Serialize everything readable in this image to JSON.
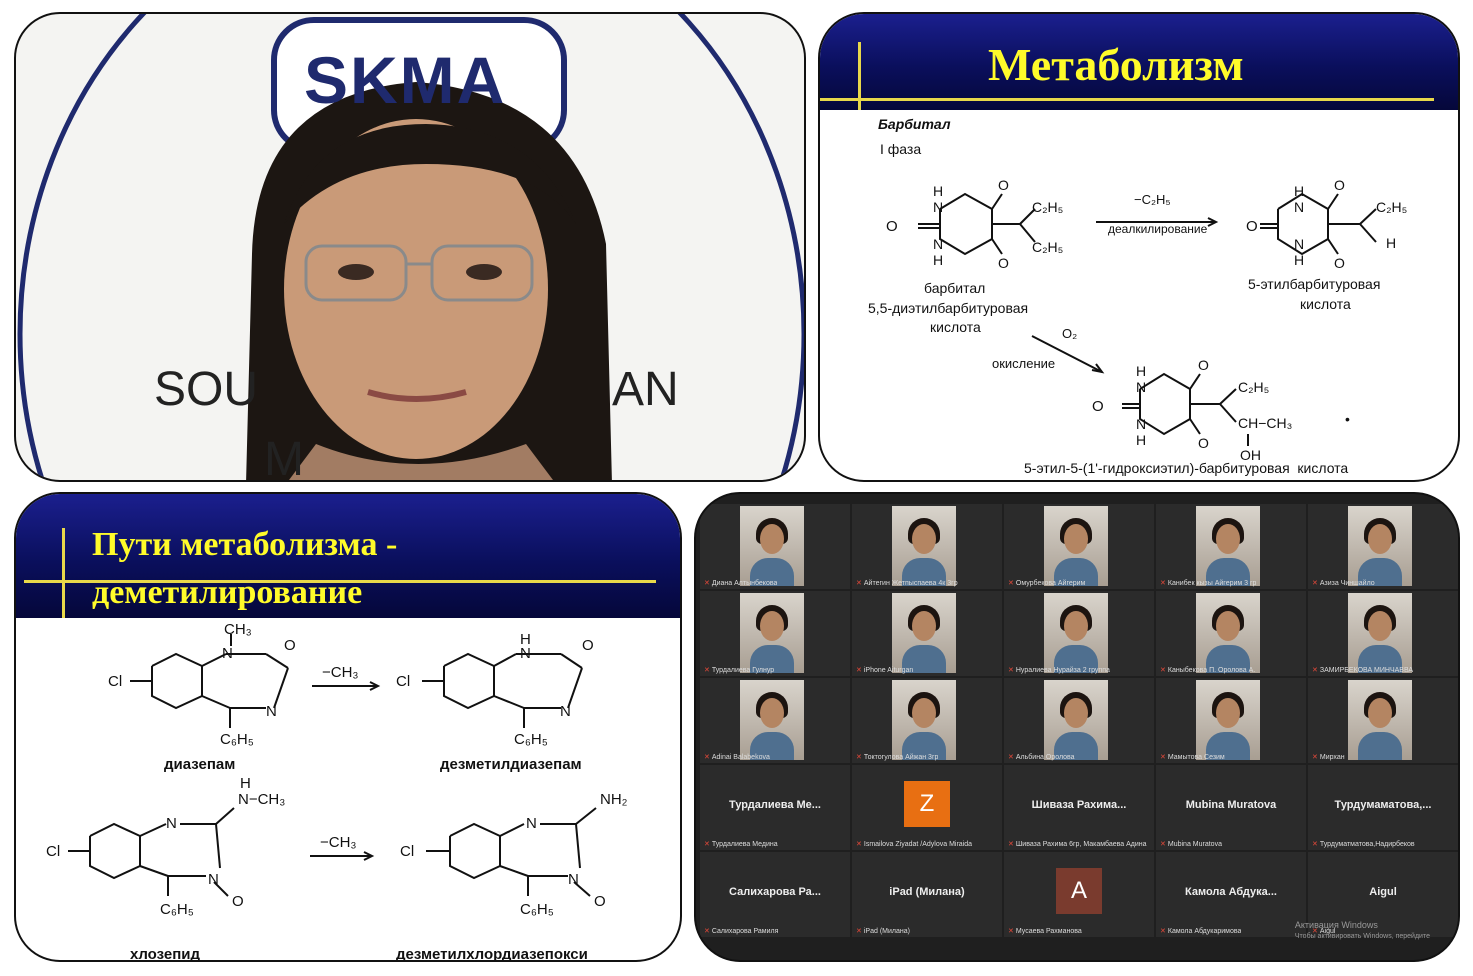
{
  "camera": {
    "logo_text": "SKMA",
    "banner_left": "SOU",
    "banner_right": "AN",
    "banner_bottom": "M"
  },
  "slide_metabolism": {
    "title": "Метаболизм",
    "compound": "Барбитал",
    "phase": "I фаза",
    "arrow1_top": "−C₂H₅",
    "arrow1_bottom": "деалкилирование",
    "arrow2_top": "O₂",
    "arrow2_bottom": "окисление",
    "name_barbital": "барбитал",
    "name_barbital_full1": "5,5-диэтилбарбитуровая",
    "name_barbital_full2": "кислота",
    "name_ethyl1": "5-этилбарбитуровая",
    "name_ethyl2": "кислота",
    "name_hydroxy": "5-этил-5-(1'-гидроксиэтил)-барбитуровая  кислота"
  },
  "slide_paths": {
    "title_line1": "Пути метаболизма -",
    "title_line2": "деметилирование",
    "arrow_label": "−CH₃",
    "diazepam": "диазепам",
    "desmethyldiazepam": "дезметилдиазепам",
    "chlozepid": "хлозепид",
    "desmethylchlordiazepoxide": "дезметилхлордиазепокси"
  },
  "participants": [
    {
      "name": "Диана Алтынбекова",
      "video": true
    },
    {
      "name": "Айтегин Жетпыспаева 4к 3гр",
      "video": true
    },
    {
      "name": "Омурбекова Айгерим",
      "video": true
    },
    {
      "name": "Канибек кызы Айгерим 3 гр",
      "video": true
    },
    {
      "name": "Азиза Чиншайло",
      "video": true
    },
    {
      "name": "Турдалиева Гулнур",
      "video": true
    },
    {
      "name": "iPhone Aiturgan",
      "video": true
    },
    {
      "name": "Нуралиева Нурайза 2 группа",
      "video": true
    },
    {
      "name": "Каныбекова П. Оролова А.",
      "video": true
    },
    {
      "name": "ЗАМИРБЕКОВА МИНЧАВВА",
      "video": true
    },
    {
      "name": "Adinai Balabekova",
      "video": true
    },
    {
      "name": "Токтогулова Айжан 3гр",
      "video": true
    },
    {
      "name": "Альбина Оролова",
      "video": true
    },
    {
      "name": "Мамытова Сезим",
      "video": true
    },
    {
      "name": "Мирхан",
      "video": true
    },
    {
      "name": "Турдалиева Медина",
      "video": false,
      "label": "Турдалиева Ме..."
    },
    {
      "name": "Ismailova Ziyadat /Adylova Miraida",
      "video": false,
      "avatar": "Z",
      "avatar_color": "#e86f12"
    },
    {
      "name": "Шиваза Рахима 6гр, Макамбаева Адина 7гр",
      "video": false,
      "label": "Шиваза Рахима..."
    },
    {
      "name": "Mubina Muratova",
      "video": false,
      "label": "Mubina Muratova"
    },
    {
      "name": "Турдуматматова,Надирбеков",
      "video": false,
      "label": "Турдумаматова,..."
    },
    {
      "name": "Салихарова Рамиля",
      "video": false,
      "label": "Салихарова Ра..."
    },
    {
      "name": "iPad (Милана)",
      "video": false,
      "label": "iPad (Милана)"
    },
    {
      "name": "Мусаева Рахманова",
      "video": false,
      "avatar": "A",
      "avatar_color": "#7a3b2e"
    },
    {
      "name": "Камола Абдукаримова",
      "video": false,
      "label": "Камола Абдука..."
    },
    {
      "name": "Aigul",
      "video": false,
      "label": "Aigul"
    }
  ],
  "windows_watermark": {
    "line1": "Активация Windows",
    "line2": "Чтобы активировать Windows, перейдите"
  }
}
